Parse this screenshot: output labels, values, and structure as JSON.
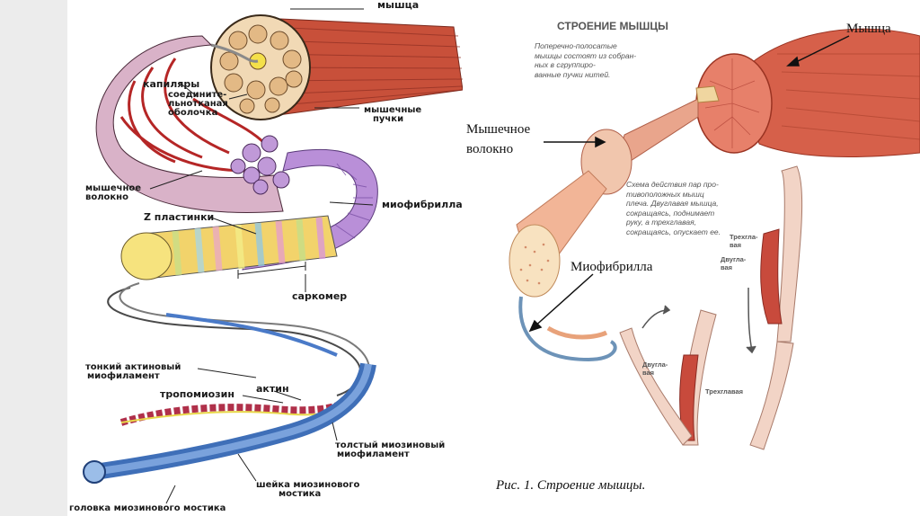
{
  "left": {
    "labels": {
      "muscle": "мышца",
      "capillaries": "капиляры",
      "connective_1": "соедините-",
      "connective_2": "льнотканая",
      "connective_3": "оболочка",
      "muscle_bundles_1": "мышечные",
      "muscle_bundles_2": "пучки",
      "sarcoplasm": "саркомер",
      "fiber_1": "мышечное",
      "fiber_2": "волокно",
      "myofibril": "миофибрилла",
      "z_plates": "Z пластинки",
      "thin_1": "тонкий актиновый",
      "thin_2": "миофиламент",
      "tropomyosin": "тропомиозин",
      "actin": "актин",
      "thick_1": "толстый миозиновый",
      "thick_2": "миофиламент",
      "neck_1": "шейка миозинового",
      "neck_2": "мостика",
      "head": "головка миозинового мостика"
    }
  },
  "right": {
    "title": "СТРОЕНИЕ МЫШЦЫ",
    "intro": "Поперечно-полосатые\nмышцы состоят из собран-\nных в сгруппиро-\nванные пучки нитей.",
    "scheme": "Схема действия пар про-\nтивоположных мышц\nплеча. Двуглавая мышца,\nсокращаясь, поднимает\nруку, а трехглавая,\nсокращаясь, опускает ее.",
    "triceps_top": "Трехгла-\nвая",
    "biceps_top": "Двугла-\nвая",
    "biceps_bottom": "Двугла-\nвая",
    "triceps_bottom": "Трехглавая",
    "callout_muscle": "Мышца",
    "callout_fiber_1": "Мышечное",
    "callout_fiber_2": "волокно",
    "callout_myofibril": "Миофибрилла",
    "caption": "Рис. 1. Строение мышцы."
  },
  "colors": {
    "muscle_red": "#c8503a",
    "fiber_pink": "#e9a58c",
    "myofibril_purple": "#9b6fc0",
    "actin_red": "#b0304a",
    "myosin_blue": "#3f6fb8"
  }
}
